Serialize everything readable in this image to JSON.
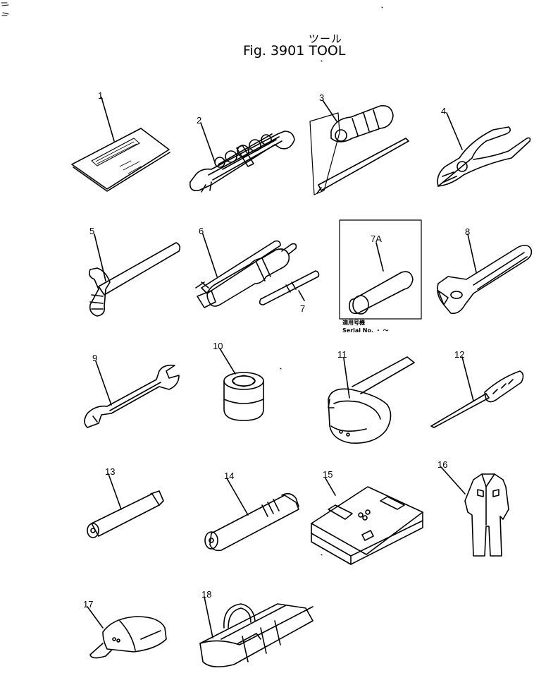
{
  "figure": {
    "title_ja": "ツール",
    "title": "Fig. 3901  TOOL"
  },
  "parts": [
    {
      "id": "1",
      "name": "manual-icon"
    },
    {
      "id": "2",
      "name": "wrench-set-icon"
    },
    {
      "id": "3",
      "name": "screwdriver-icon"
    },
    {
      "id": "4",
      "name": "pliers-icon"
    },
    {
      "id": "5",
      "name": "hammer-icon"
    },
    {
      "id": "6",
      "name": "grease-gun-icon"
    },
    {
      "id": "7",
      "name": "nozzle-icon"
    },
    {
      "id": "7A",
      "name": "cartridge-icon"
    },
    {
      "id": "8",
      "name": "adjustable-wrench-icon"
    },
    {
      "id": "9",
      "name": "spanner-icon"
    },
    {
      "id": "10",
      "name": "socket-icon"
    },
    {
      "id": "11",
      "name": "filter-wrench-icon"
    },
    {
      "id": "12",
      "name": "gauge-icon"
    },
    {
      "id": "13",
      "name": "extension-bar-icon"
    },
    {
      "id": "14",
      "name": "socket-wrench-icon"
    },
    {
      "id": "15",
      "name": "tool-box-icon"
    },
    {
      "id": "16",
      "name": "coverall-icon"
    },
    {
      "id": "17",
      "name": "cap-icon"
    },
    {
      "id": "18",
      "name": "tool-bag-icon"
    }
  ],
  "serial_note": {
    "label_ja": "適用号機",
    "label": "Serial  No.  ・  ～"
  }
}
